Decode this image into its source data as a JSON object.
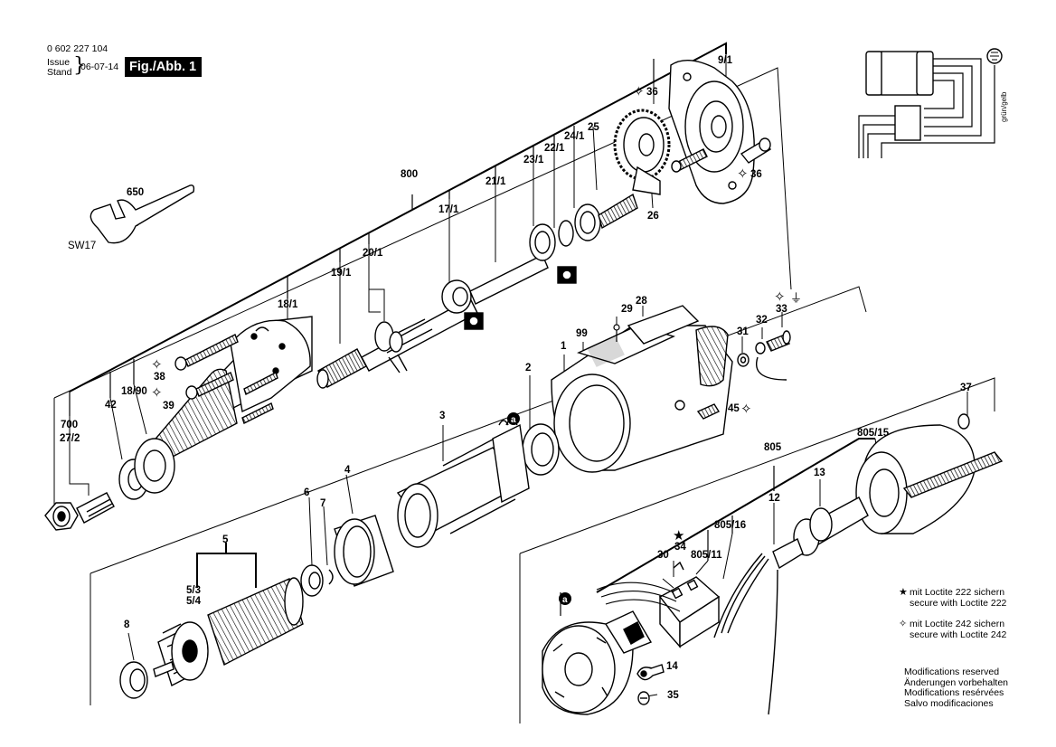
{
  "header": {
    "doc_number": "0 602 227 104",
    "issue_label": "Issue",
    "stand_label": "Stand",
    "date": "06-07-14",
    "figure": "Fig./Abb. 1"
  },
  "callouts": [
    "9/1",
    "36",
    "36",
    "25",
    "24/1",
    "22/1",
    "23/1",
    "26",
    "21/1",
    "17/1",
    "800",
    "20/1",
    "19/1",
    "18/1",
    "650",
    "SW17",
    "38",
    "39",
    "42",
    "18/90",
    "700",
    "27/2",
    "29",
    "28",
    "99",
    "1",
    "31",
    "32",
    "33",
    "2",
    "3",
    "45",
    "4",
    "6",
    "7",
    "5",
    "5/3",
    "5/4",
    "8",
    "37",
    "805/15",
    "805",
    "13",
    "12",
    "805/16",
    "805/11",
    "34",
    "30",
    "14",
    "35",
    "a",
    "a"
  ],
  "wiring": {
    "label": "grün/gelb"
  },
  "notes": [
    {
      "symbol": "star-icon",
      "glyph": "★",
      "lines": [
        "mit Loctite 222 sichern",
        "secure with Loctite 222"
      ]
    },
    {
      "symbol": "sparkle-icon",
      "glyph": "✧",
      "lines": [
        "mit Loctite 242 sichern",
        "secure with Loctite 242"
      ]
    }
  ],
  "modifications": [
    "Modifications reserved",
    "Änderungen vorbehalten",
    "Modifications resérvées",
    "Salvo modificaciones"
  ]
}
